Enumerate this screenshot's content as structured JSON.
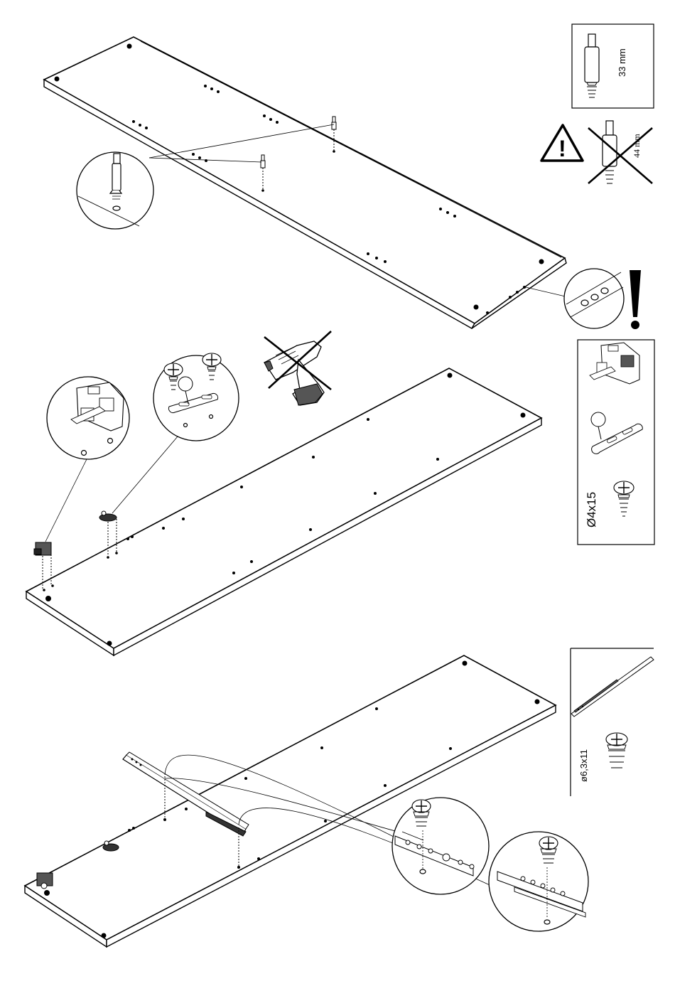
{
  "step1": {
    "part_box_label": "33 mm",
    "wrong_part_label": "44 mm",
    "warning_icon": "warning-triangle-icon",
    "attention_icon": "exclamation-icon"
  },
  "step2": {
    "hardware_label": "Ø4x15",
    "no_power_drill_icon": "crossed-out-drill-icon"
  },
  "step3": {
    "screw_label": "ø6,3x11"
  }
}
